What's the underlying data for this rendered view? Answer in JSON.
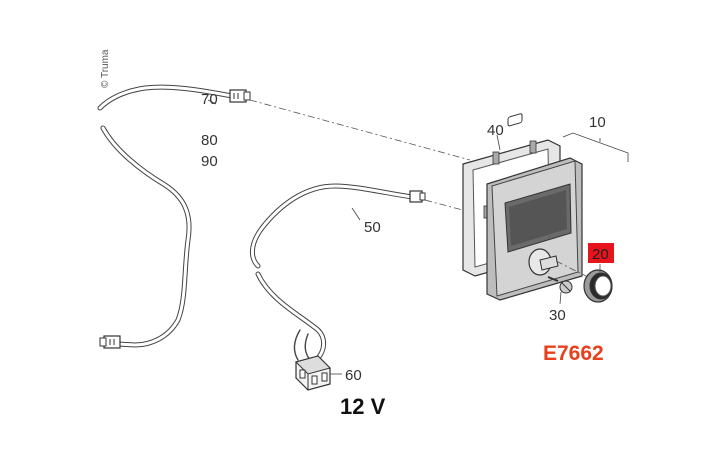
{
  "watermark": "© Truma",
  "callouts": [
    {
      "id": "70",
      "text": "70"
    },
    {
      "id": "80",
      "text": "80"
    },
    {
      "id": "90",
      "text": "90"
    },
    {
      "id": "40",
      "text": "40"
    },
    {
      "id": "10",
      "text": "10"
    },
    {
      "id": "50",
      "text": "50"
    },
    {
      "id": "20",
      "text": "20",
      "highlighted": true
    },
    {
      "id": "30",
      "text": "30"
    },
    {
      "id": "60",
      "text": "60"
    }
  ],
  "part_code": "E7662",
  "voltage": "12 V",
  "colors": {
    "highlight": "#e8141b",
    "part_code": "#e8401c",
    "line": "#444444",
    "panel": "#c8c8c8",
    "screen": "#666666"
  }
}
